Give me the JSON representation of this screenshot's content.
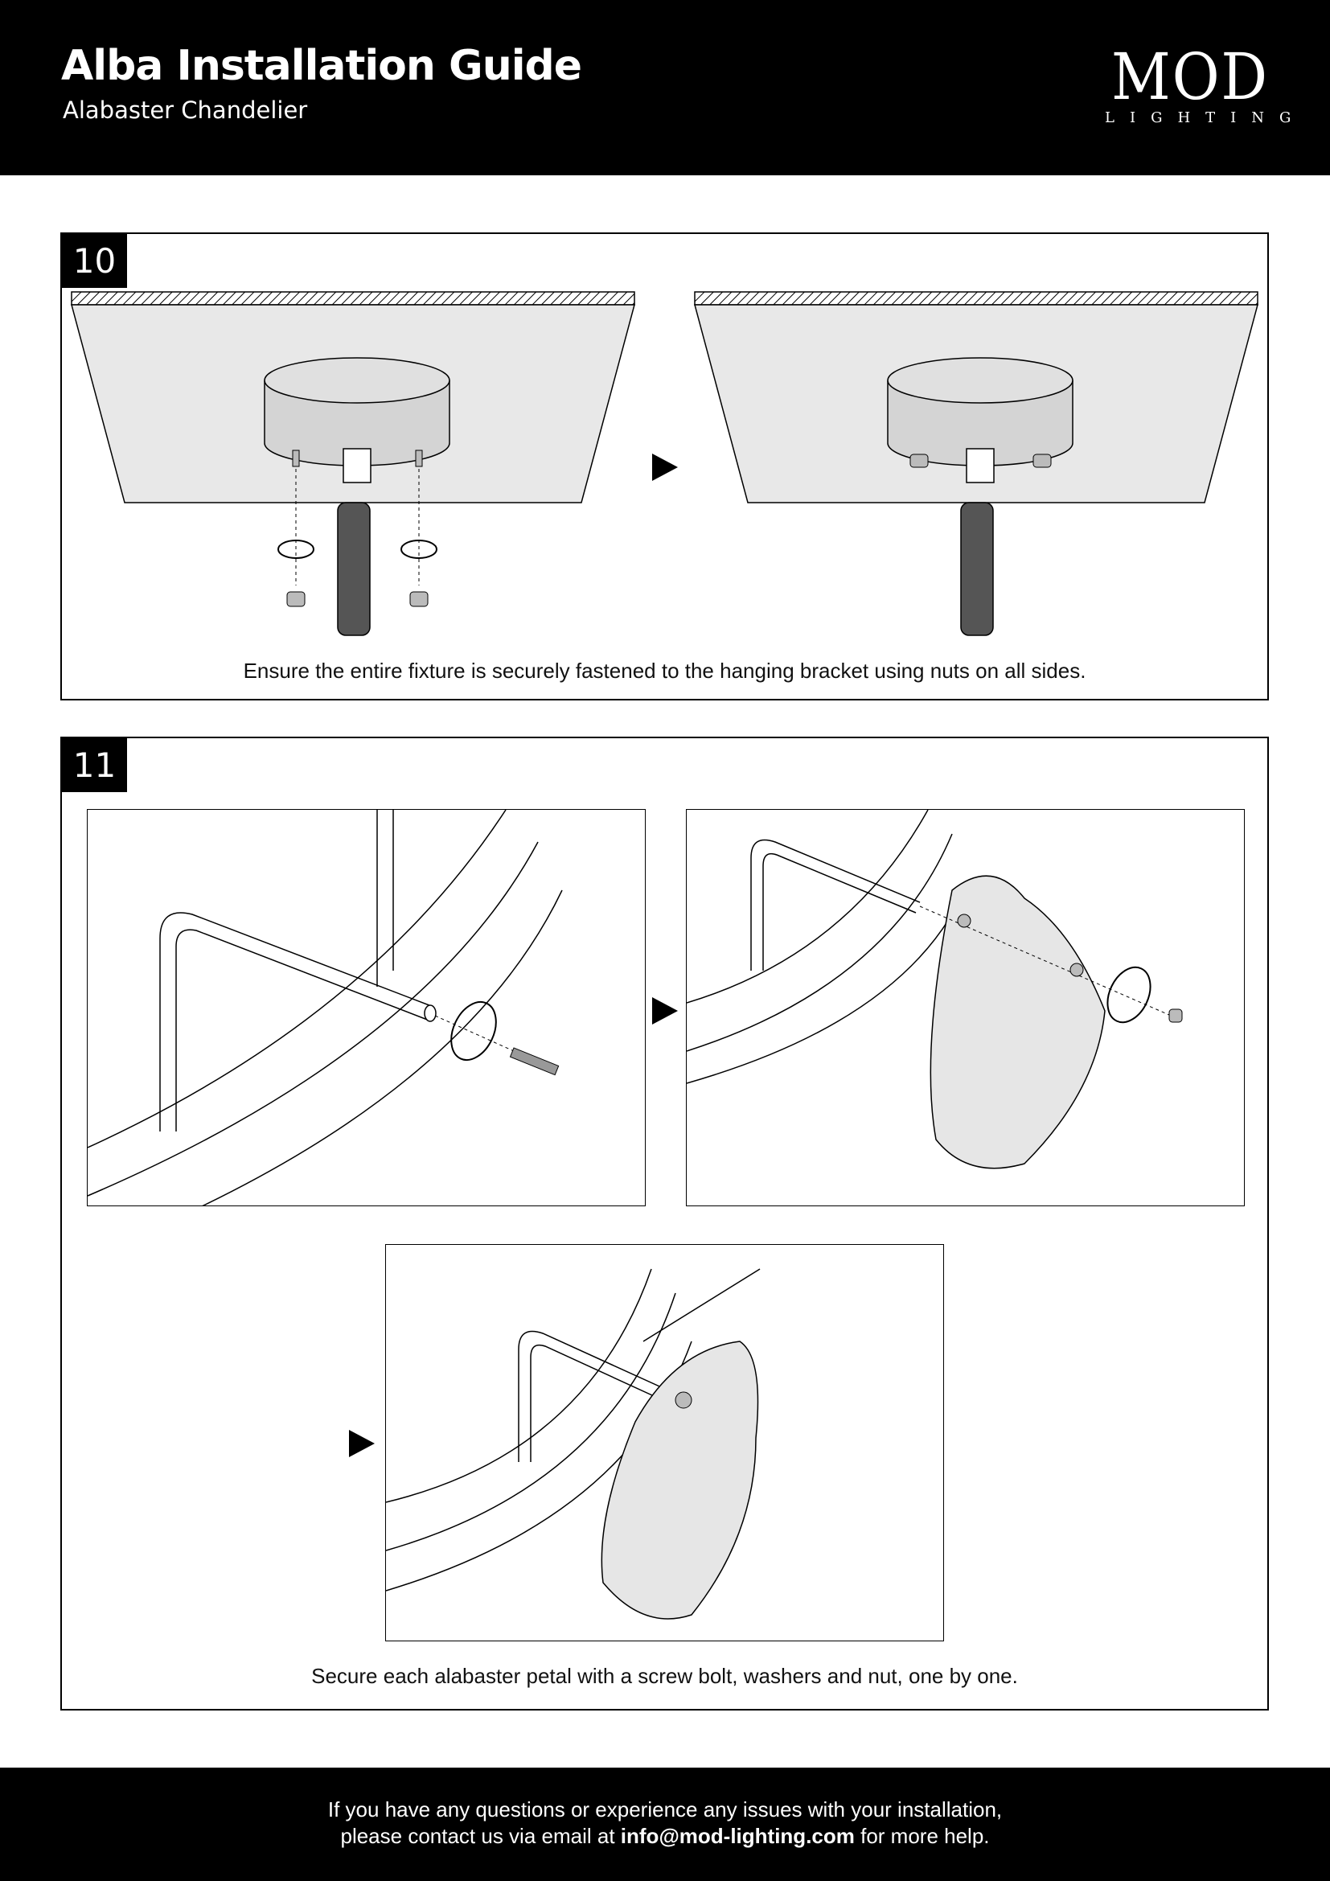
{
  "header": {
    "title": "Alba Installation Guide",
    "subtitle": "Alabaster Chandelier",
    "logo_main": "MOD",
    "logo_sub": "LIGHTING"
  },
  "steps": [
    {
      "number": "10",
      "caption": "Ensure the entire fixture is securely fastened to the hanging bracket using nuts on all sides."
    },
    {
      "number": "11",
      "caption": "Secure each alabaster petal with a screw bolt, washers and nut, one by one."
    }
  ],
  "footer": {
    "line1": "If you have any questions or experience any issues with your installation,",
    "line2_prefix": "please contact us via email at",
    "email": "info@mod-lighting.com",
    "line2_suffix": "for more help."
  },
  "colors": {
    "header_bg": "#000000",
    "ceiling_fill": "#e8e8e8",
    "canopy_fill": "#d4d4d4",
    "cord": "#555555"
  }
}
